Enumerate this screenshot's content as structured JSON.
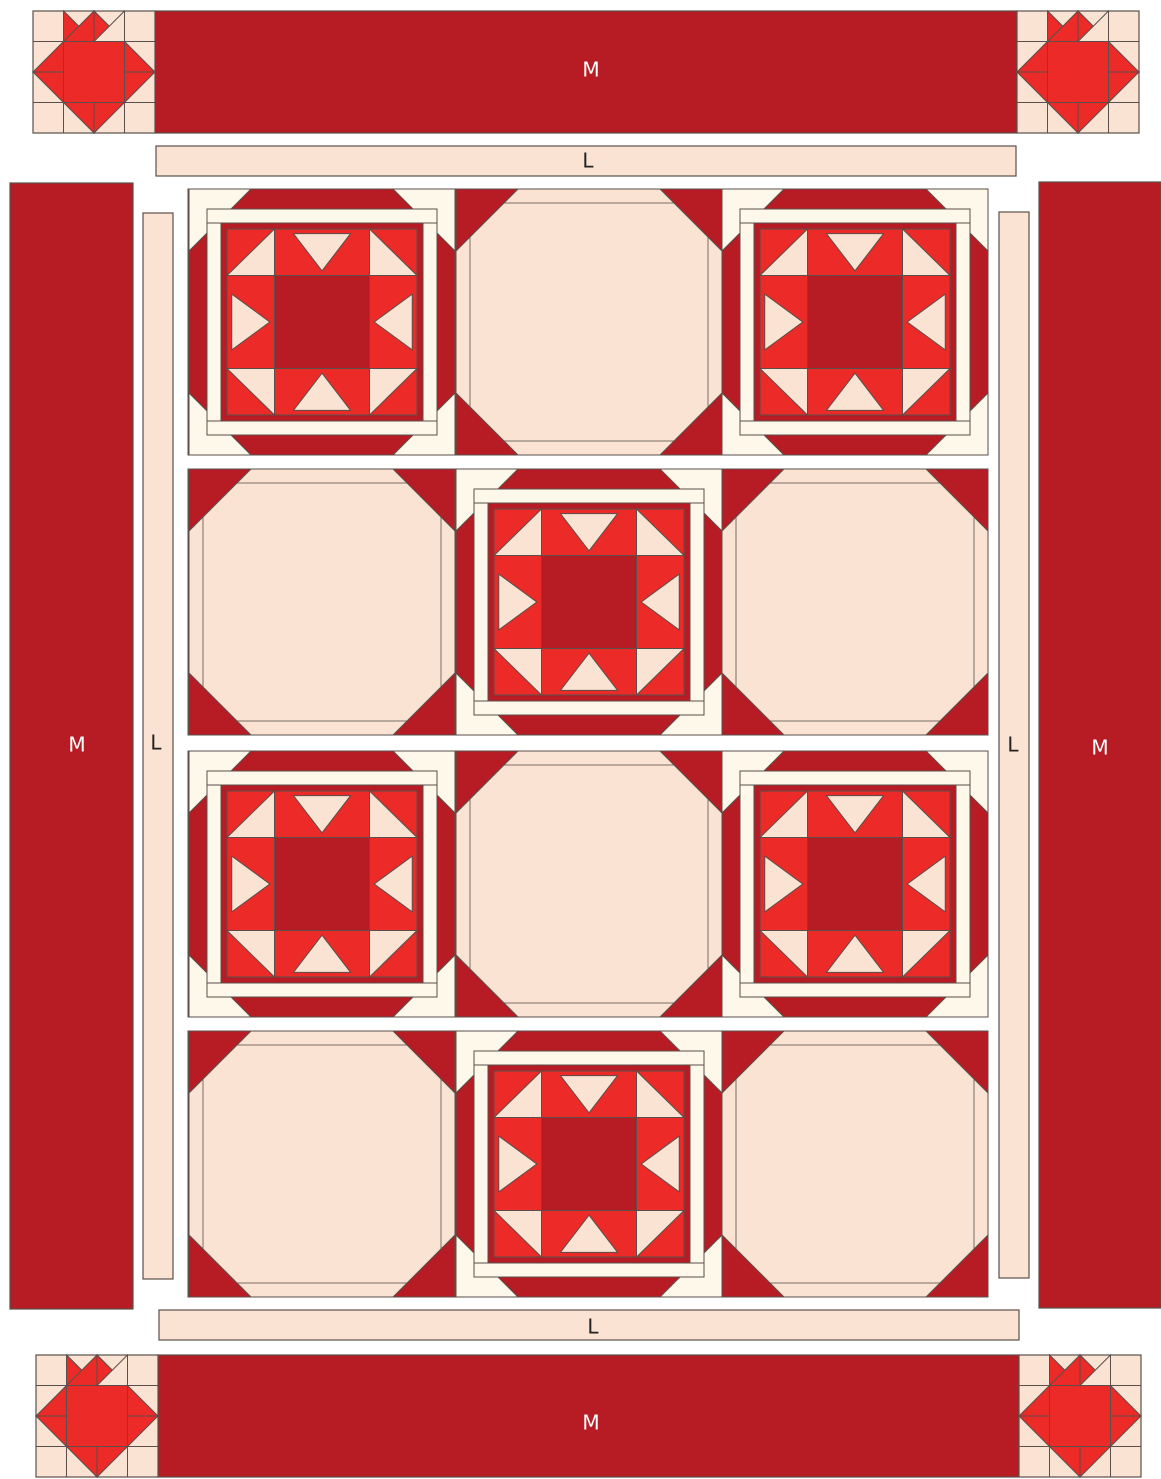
{
  "labels": {
    "top_border": "M",
    "bottom_border": "M",
    "left_border": "M",
    "right_border": "M",
    "top_sashing": "L",
    "bottom_sashing": "L",
    "left_sashing": "L",
    "right_sashing": "L"
  },
  "colors": {
    "dark_red": "#b71c24",
    "bright_red": "#ec2a28",
    "peach": "#fbe3d4",
    "cream": "#fef8ea",
    "outline": "#5a4f4a",
    "label_light": "#ffffff",
    "label_dark": "#222222"
  },
  "quilt": {
    "rows": 4,
    "columns": 3,
    "block_layout": [
      [
        "star",
        "snowball",
        "star"
      ],
      [
        "snowball",
        "star",
        "snowball"
      ],
      [
        "star",
        "snowball",
        "star"
      ],
      [
        "snowball",
        "star",
        "snowball"
      ]
    ],
    "corner_blocks": "sawtooth-star"
  }
}
